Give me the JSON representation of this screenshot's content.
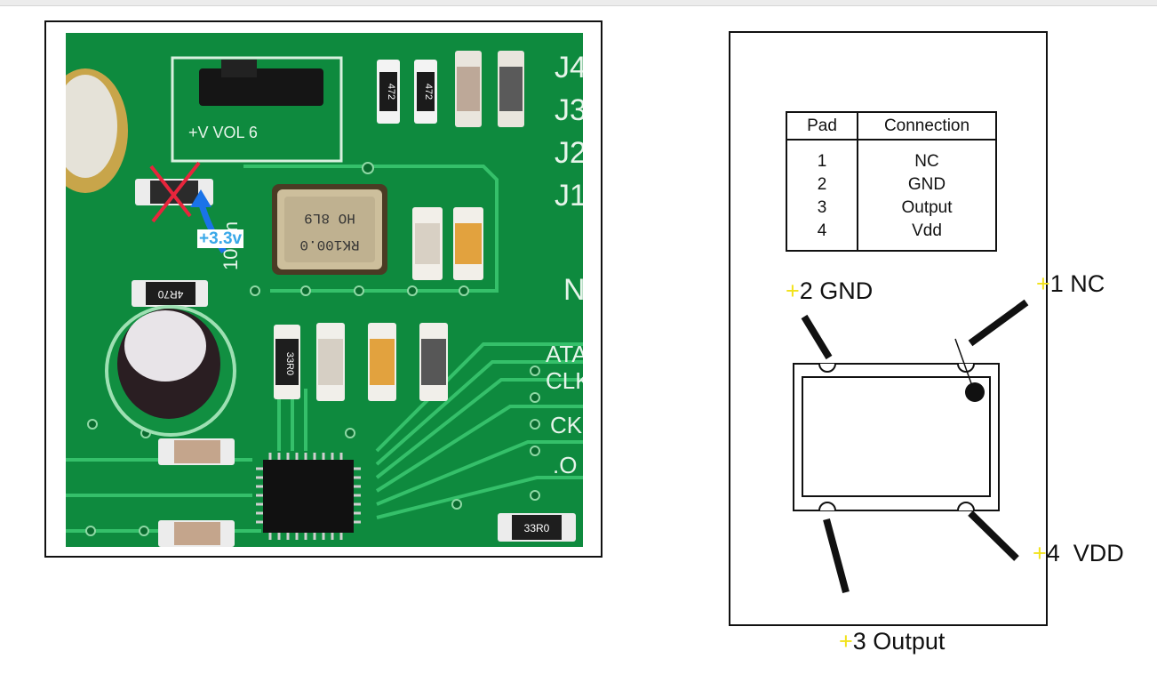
{
  "photo": {
    "annotation_label": "+3.3v",
    "component_markings": {
      "oscillator_line1": "HO 8L9",
      "oscillator_line2": "RK100.0",
      "resistor_472_a": "472",
      "resistor_472_b": "472",
      "resistor_4r70": "4R70",
      "resistor_33r0_a": "33R0",
      "resistor_33r0_b": "33R0",
      "board_text_j4": "J4",
      "board_text_j3": "J3",
      "board_text_j2": "J2",
      "board_text_j1": "J1",
      "board_text_jumper": "+V VOL 6",
      "board_text_100m": "100m",
      "board_text_n": "N",
      "board_text_ata": "ATA",
      "board_text_clk": "CLK",
      "board_text_ck": "CK",
      "board_text_o": ".O"
    },
    "colors": {
      "board": "#0e8a3e",
      "trace": "#35c06a",
      "cross": "#e8253c",
      "arrow": "#1a73e8"
    }
  },
  "table": {
    "header_pad": "Pad",
    "header_connection": "Connection",
    "pads": "1\n2\n3\n4",
    "connections": "NC\nGND\nOutput\nVdd"
  },
  "pins": {
    "pin1": {
      "plus": "+",
      "text": "1 NC"
    },
    "pin2": {
      "plus": "+",
      "text": "2 GND"
    },
    "pin3": {
      "plus": "+",
      "text": "3 Output"
    },
    "pin4": {
      "plus": "+",
      "text": "4  VDD"
    }
  }
}
